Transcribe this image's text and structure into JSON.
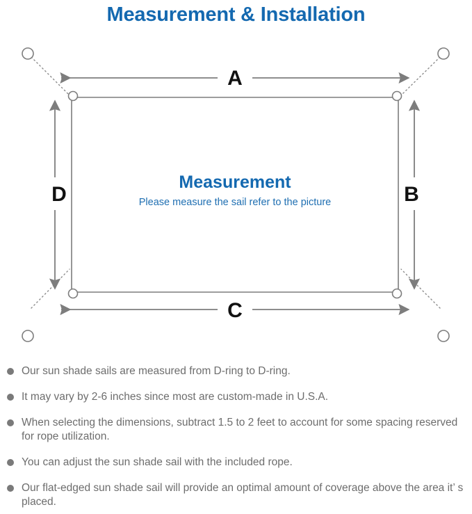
{
  "title": "Measurement & Installation",
  "diagram": {
    "center_title": "Measurement",
    "center_subtitle": "Please measure the sail refer to the picture",
    "labels": {
      "top": "A",
      "right": "B",
      "bottom": "C",
      "left": "D"
    },
    "colors": {
      "line": "#7d7d7d",
      "sail_edge": "#7d7d7d",
      "rope": "#8a8a8a",
      "label": "#111111",
      "title_blue": "#1469b0",
      "subtitle_blue": "#1f6fb2"
    }
  },
  "notes": [
    "Our sun shade sails are measured from D-ring to D-ring.",
    "It may vary by 2-6 inches since most are custom-made in U.S.A.",
    "When selecting the dimensions, subtract 1.5 to 2 feet to account for some spacing reserved for rope utilization.",
    "You can adjust the sun shade sail with the included rope.",
    "Our flat-edged sun shade sail will provide an optimal amount of coverage above the area it’ s placed."
  ]
}
